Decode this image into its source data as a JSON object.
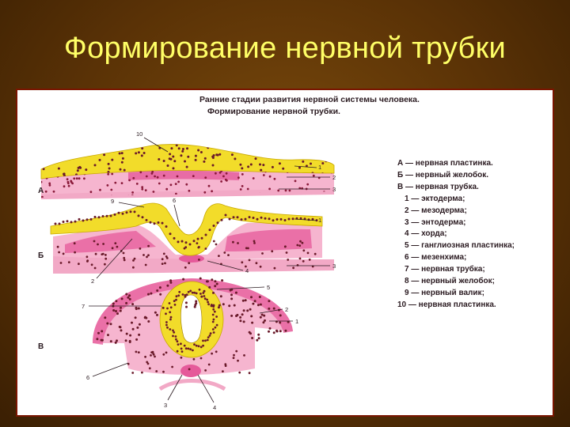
{
  "slide": {
    "title": "Формирование нервной трубки"
  },
  "figure": {
    "caption_line1": "Ранние стадии развития нервной системы человека.",
    "caption_line2": "Формирование нервной трубки.",
    "stage_labels": [
      "А",
      "Б",
      "В"
    ],
    "legend": [
      "А — нервная пластинка.",
      "Б — нервный желобок.",
      "В — нервная трубка.",
      "1 — эктодерма;",
      "2 — мезодерма;",
      "3 — энтодерма;",
      "4 — хорда;",
      "5 — ганглиозная пластинка;",
      "6 — мезенхима;",
      "7 — нервная трубка;",
      "8 — нервный желобок;",
      "9 — нервный валик;",
      "10 — нервная пластинка."
    ],
    "numbers": {
      "a_10": "10",
      "a_1": "1",
      "a_2": "2",
      "a_3": "3",
      "b_9": "9",
      "b_6": "6",
      "b_1": "1",
      "b_2": "2",
      "b_3": "3",
      "b_4": "4",
      "c_5": "5",
      "c_7": "7",
      "c_2": "2",
      "c_1": "1",
      "c_6": "6",
      "c_3": "3",
      "c_4": "4"
    },
    "colors": {
      "ectoderm": "#f2dc2a",
      "mesoderm": "#e55a9a",
      "mesoderm_light": "#f6b5cf",
      "cell_dot": "#6a1a2a",
      "panel_border": "#7a1500",
      "title_color": "#ffff66"
    }
  }
}
